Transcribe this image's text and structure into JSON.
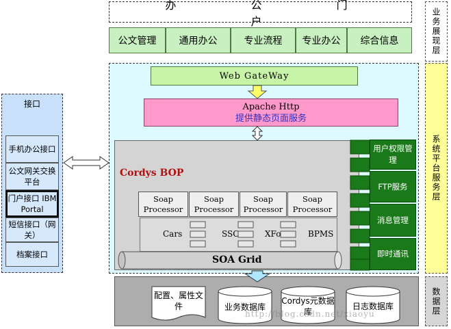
{
  "portal": {
    "title": "办 公 门 户"
  },
  "tabs": [
    "公文管理",
    "通用办公",
    "专业流程",
    "专业办公",
    "综合信息"
  ],
  "layers": [
    "业务展现层",
    "系统平台服务层",
    "数据层"
  ],
  "interface": {
    "title": "接口",
    "items": [
      "手机办公接口",
      "公文网关交换平台",
      "门户接口 IBM Portal",
      "短信接口（网关）",
      "档案接口"
    ]
  },
  "gateway": "Web GateWay",
  "apache": {
    "line1": "Apache Http",
    "line2": "提供静态页面服务"
  },
  "bop": {
    "title": "Cordys BOP"
  },
  "services": [
    "用户权限管理",
    "FTP服务",
    "消息管理",
    "即时通讯"
  ],
  "soap": [
    "Soap Processor",
    "Soap Processor",
    "Soap Processor",
    "Soap Processor"
  ],
  "modules": [
    "Cars",
    "SSO",
    "XForm",
    "BPMS"
  ],
  "soa_grid": "SOA Grid",
  "data": [
    "配置、属性文件",
    "业务数据库",
    "Cordys元数据库",
    "日志数据库"
  ],
  "watermark": "http://blog.csdn.net/xiaoyu",
  "colors": {
    "tab_green": "#c8f0c0",
    "gateway_green": "#c8f4a8",
    "apache_pink": "#ff99cc",
    "platform_cyan": "#dcfaff",
    "service_green": "#1a7a1a",
    "layer_yellow": "#ffff99",
    "interface_blue": "#c9e0fb",
    "arrow_yellow": "#ffff66"
  }
}
